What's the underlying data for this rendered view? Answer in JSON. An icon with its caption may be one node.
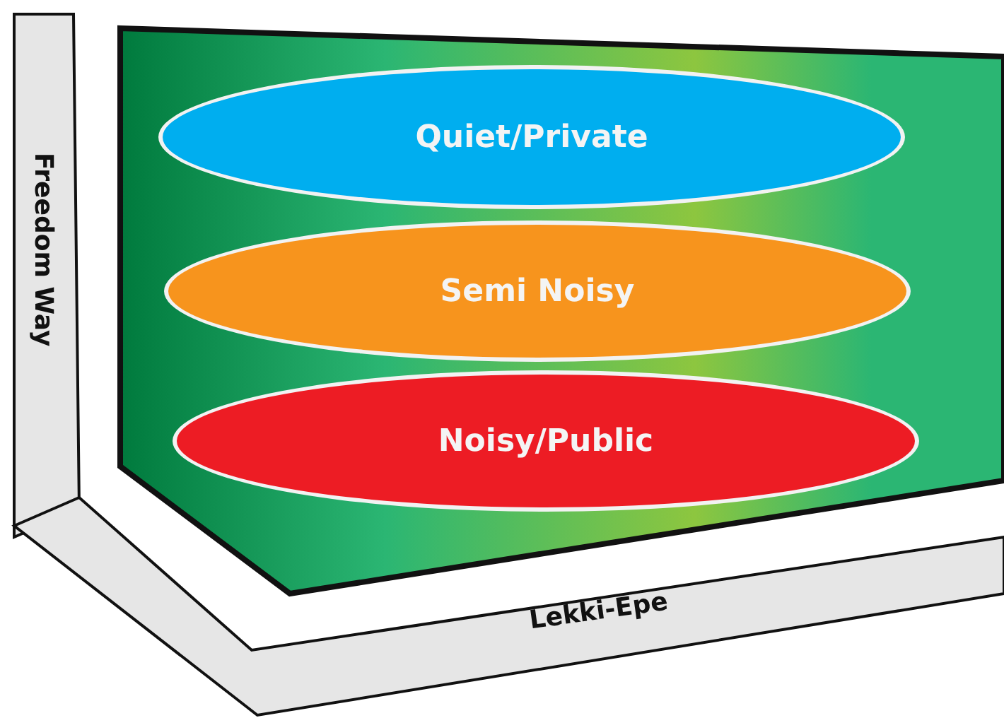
{
  "diagram": {
    "nodes": [
      {
        "text": [
          "Freedom Way"
        ]
      },
      {
        "text": [
          "Quiet/Private"
        ]
      },
      {
        "text": [
          "Semi Noisy"
        ]
      },
      {
        "text": [
          "Noisy/Public"
        ]
      },
      {
        "text": [
          "Lekki-Epe"
        ]
      }
    ],
    "edges": []
  }
}
